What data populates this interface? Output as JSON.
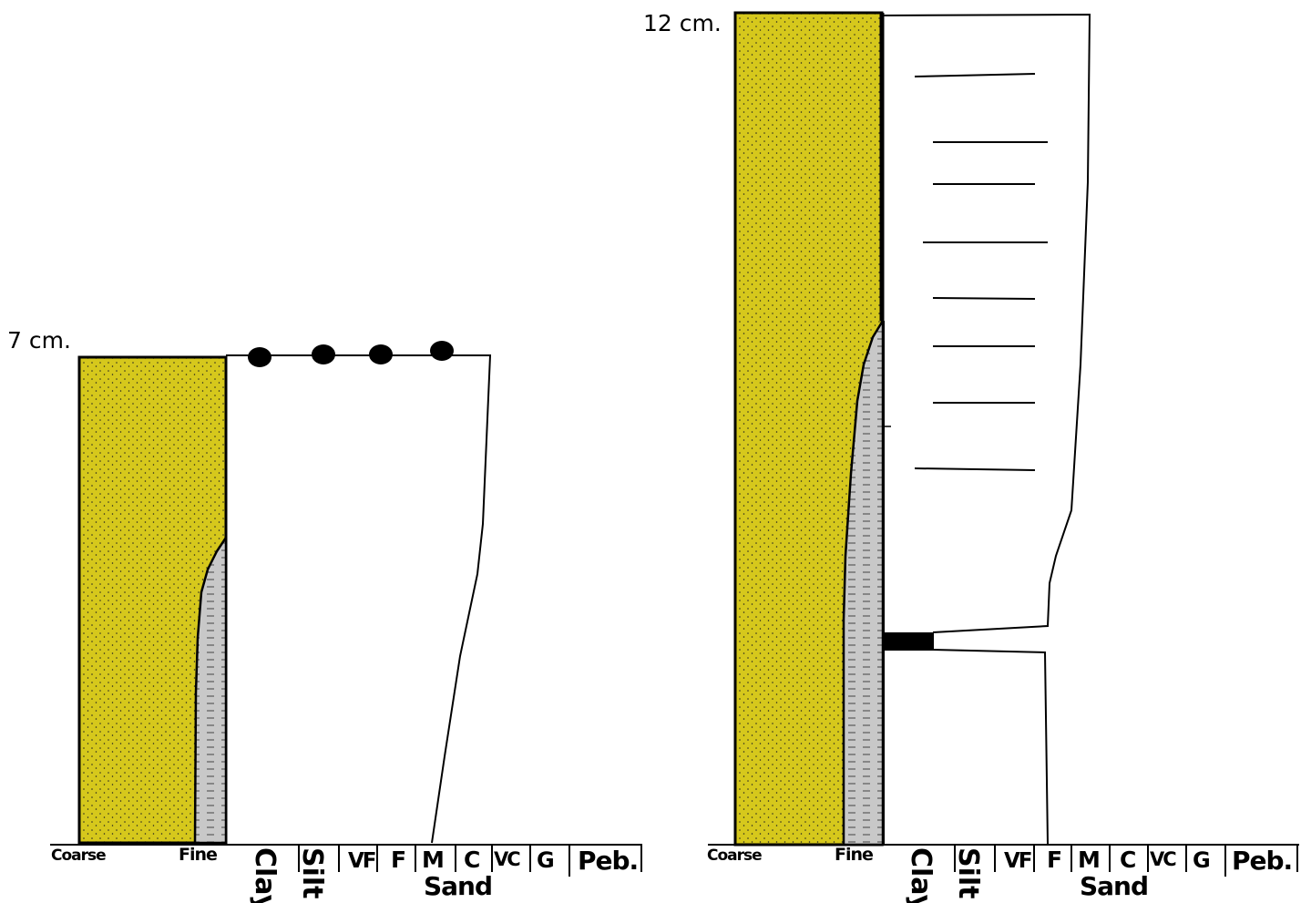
{
  "colors": {
    "sand_fill": "#d6c81c",
    "silt_fill": "#c8c8c8",
    "outline": "#000000",
    "background": "#ffffff"
  },
  "left_log": {
    "thickness_label": "7 cm.",
    "scale": {
      "coarse": "Coarse",
      "fine": "Fine",
      "clay": "Clay",
      "silt": "Silt",
      "vf": "VF",
      "f": "F",
      "m": "M",
      "c": "C",
      "vc": "VC",
      "g": "G",
      "peb": "Peb.",
      "sand": "Sand"
    },
    "symbols": [
      "pebbles"
    ]
  },
  "right_log": {
    "thickness_label": "12 cm.",
    "scale": {
      "coarse": "Coarse",
      "fine": "Fine",
      "clay": "Clay",
      "silt": "Silt",
      "vf": "VF",
      "f": "F",
      "m": "M",
      "c": "C",
      "vc": "VC",
      "g": "G",
      "peb": "Peb.",
      "sand": "Sand"
    },
    "symbols": [
      "parallel-lamination",
      "mud-layer"
    ]
  }
}
